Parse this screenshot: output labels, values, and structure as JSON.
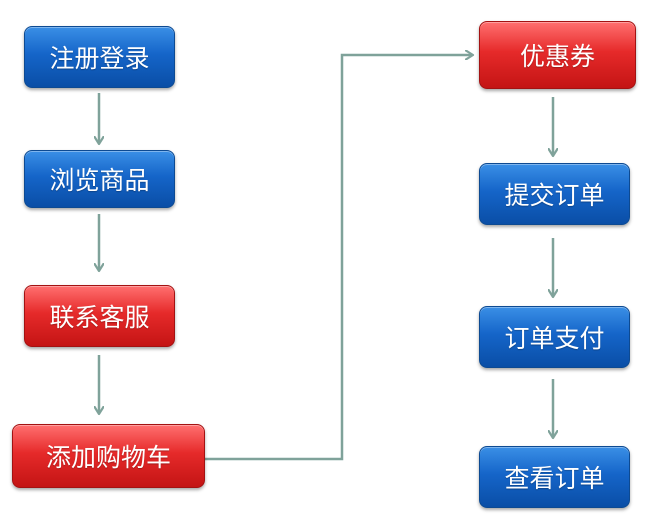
{
  "diagram": {
    "colors": {
      "blue": "#1565c9",
      "red": "#e62a2a",
      "connector": "#7fa29a"
    },
    "nodes": {
      "register": {
        "label": "注册登录",
        "color": "blue"
      },
      "browse": {
        "label": "浏览商品",
        "color": "blue"
      },
      "service": {
        "label": "联系客服",
        "color": "red"
      },
      "cart": {
        "label": "添加购物车",
        "color": "red"
      },
      "coupon": {
        "label": "优惠券",
        "color": "red"
      },
      "submit": {
        "label": "提交订单",
        "color": "blue"
      },
      "pay": {
        "label": "订单支付",
        "color": "blue"
      },
      "view": {
        "label": "查看订单",
        "color": "blue"
      }
    },
    "edges": [
      {
        "from": "register",
        "to": "browse"
      },
      {
        "from": "browse",
        "to": "service"
      },
      {
        "from": "service",
        "to": "cart"
      },
      {
        "from": "cart",
        "to": "coupon"
      },
      {
        "from": "coupon",
        "to": "submit"
      },
      {
        "from": "submit",
        "to": "pay"
      },
      {
        "from": "pay",
        "to": "view"
      }
    ]
  }
}
